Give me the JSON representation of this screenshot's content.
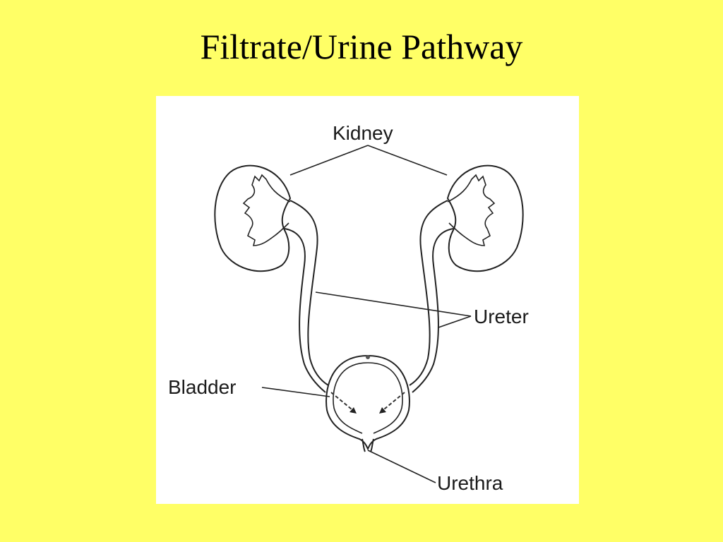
{
  "slide": {
    "title": "Filtrate/Urine Pathway",
    "background_color": "#FFFF66"
  },
  "diagram": {
    "labels": {
      "kidney": "Kidney",
      "ureter": "Ureter",
      "bladder": "Bladder",
      "urethra": "Urethra"
    }
  }
}
